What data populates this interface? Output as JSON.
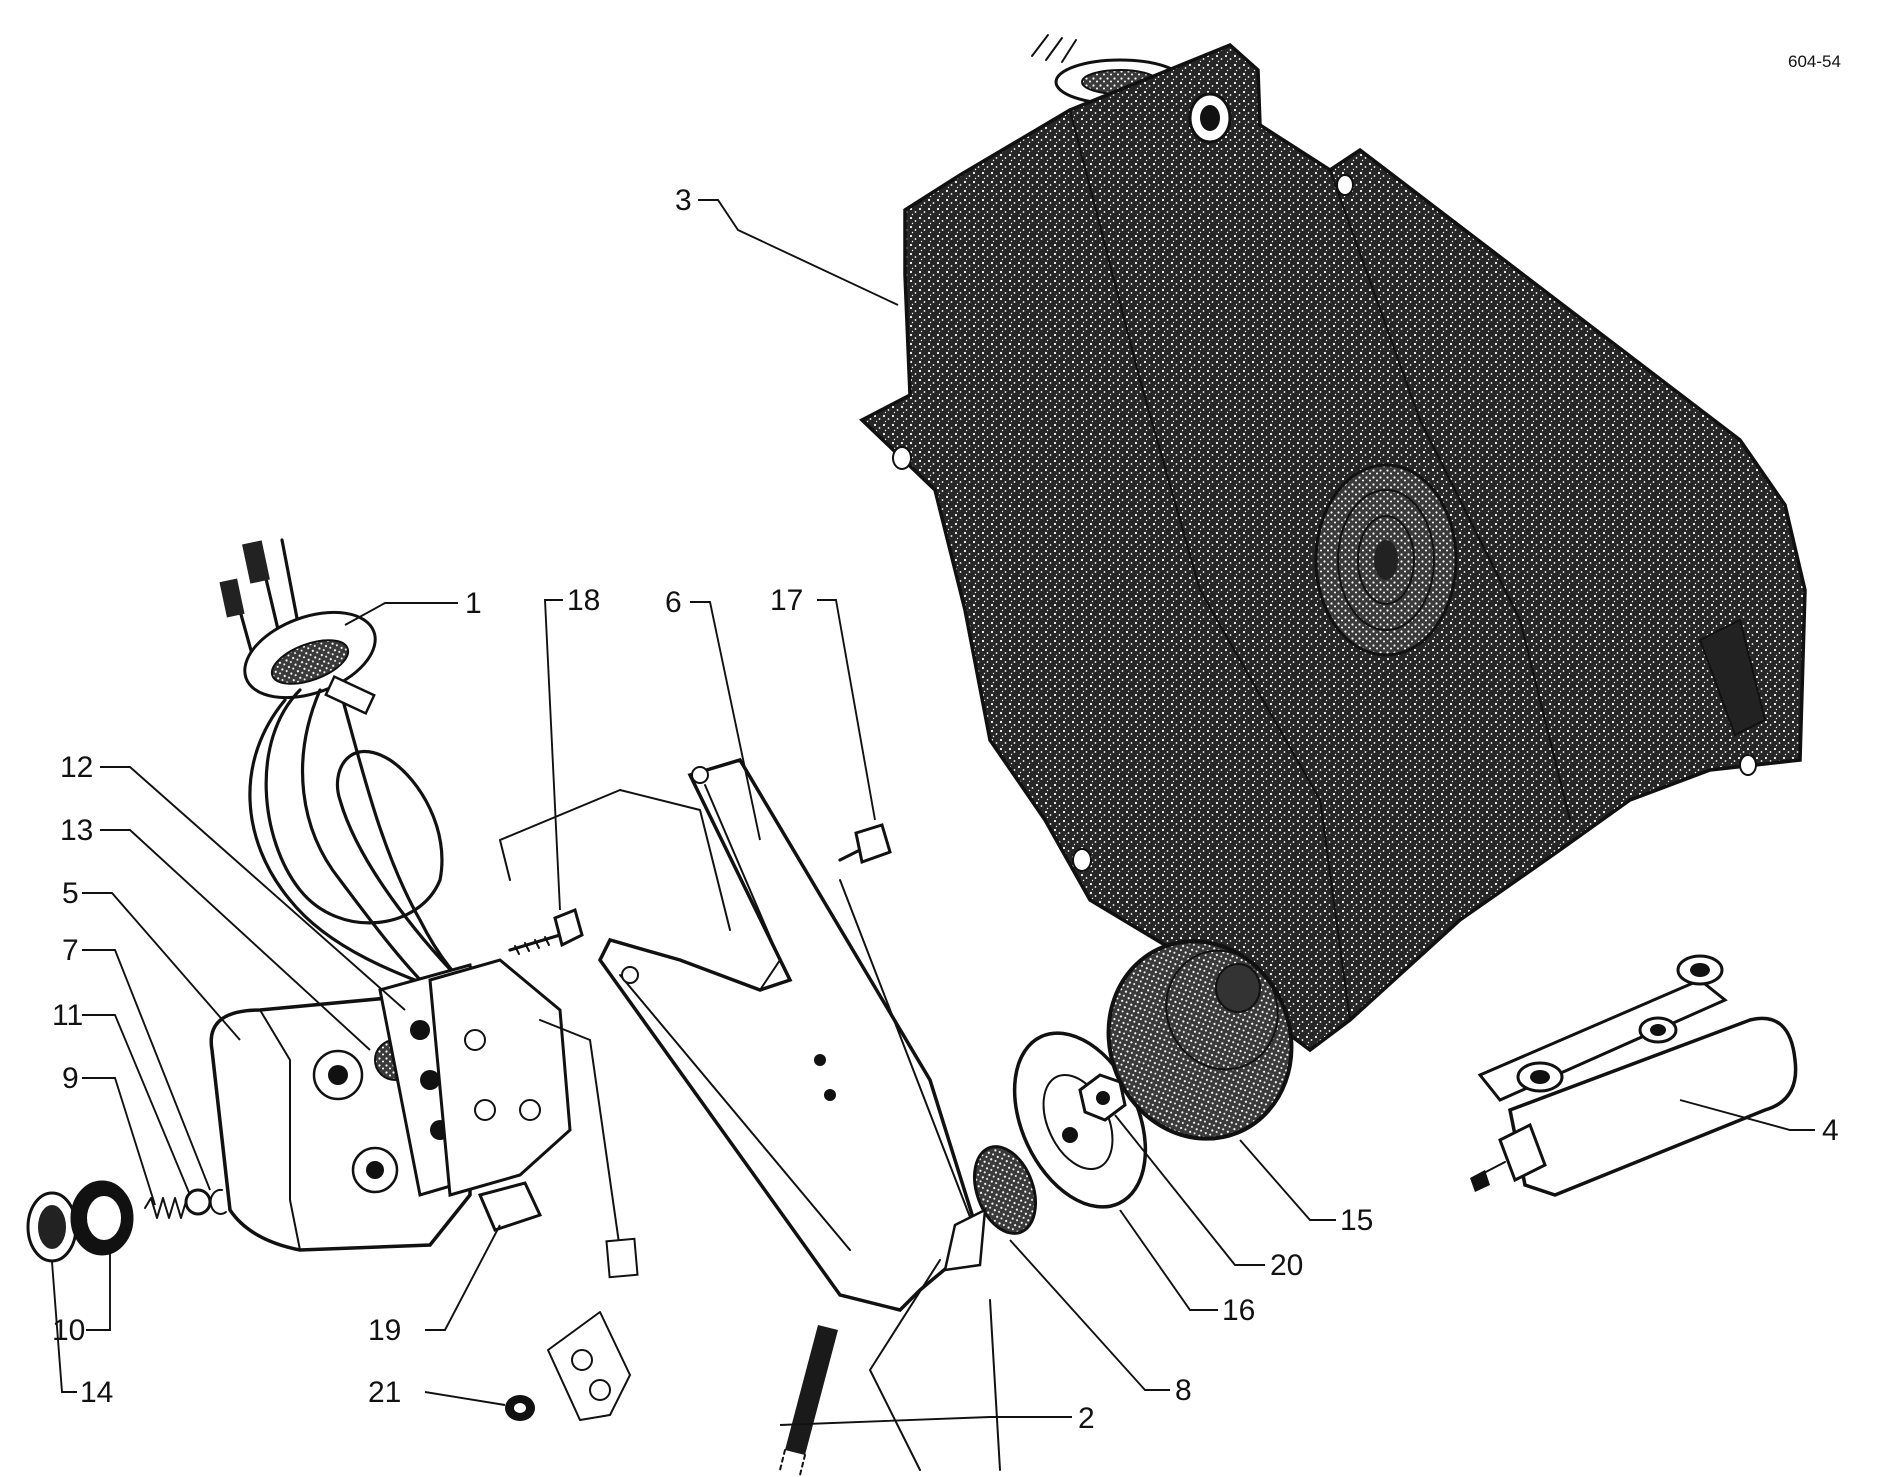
{
  "figure_ref": "604-54",
  "callouts": [
    {
      "id": "1",
      "text": "1"
    },
    {
      "id": "2",
      "text": "2"
    },
    {
      "id": "3",
      "text": "3"
    },
    {
      "id": "4",
      "text": "4"
    },
    {
      "id": "5",
      "text": "5"
    },
    {
      "id": "6",
      "text": "6"
    },
    {
      "id": "7",
      "text": "7"
    },
    {
      "id": "8",
      "text": "8"
    },
    {
      "id": "9",
      "text": "9"
    },
    {
      "id": "10",
      "text": "10"
    },
    {
      "id": "11",
      "text": "11"
    },
    {
      "id": "12",
      "text": "12"
    },
    {
      "id": "13",
      "text": "13"
    },
    {
      "id": "14",
      "text": "14"
    },
    {
      "id": "15",
      "text": "15"
    },
    {
      "id": "16",
      "text": "16"
    },
    {
      "id": "17",
      "text": "17"
    },
    {
      "id": "18",
      "text": "18"
    },
    {
      "id": "19",
      "text": "19"
    },
    {
      "id": "20",
      "text": "20"
    },
    {
      "id": "21",
      "text": "21"
    }
  ]
}
